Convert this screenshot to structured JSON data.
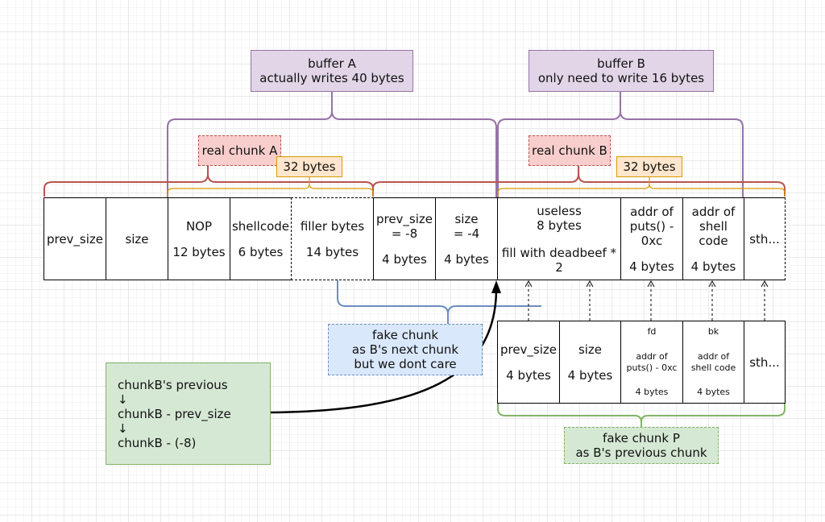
{
  "buffer_a": {
    "title": "buffer A",
    "subtitle": "actually writes 40 bytes"
  },
  "buffer_b": {
    "title": "buffer B",
    "subtitle": "only need to write 16 bytes"
  },
  "real_chunk_a": "real chunk A",
  "real_chunk_b": "real chunk B",
  "bytes_label_a": "32 bytes",
  "bytes_label_b": "32 bytes",
  "main_row": {
    "prev_size": "prev_size",
    "size": "size",
    "nop": {
      "name": "NOP",
      "bytes": "12 bytes"
    },
    "shellcode": {
      "name": "shellcode",
      "bytes": "6 bytes"
    },
    "filler": {
      "name": "filler bytes",
      "bytes": "14 bytes"
    },
    "b_prev_size": {
      "name": "prev_size\n= -8",
      "bytes": "4 bytes"
    },
    "b_size": {
      "name": "size\n= -4",
      "bytes": "4 bytes"
    },
    "useless": {
      "name": "useless\n8 bytes",
      "note": "fill with deadbeef *\n2"
    },
    "addr_puts": {
      "name": "addr of\nputs() -\n0xc",
      "bytes": "4 bytes"
    },
    "addr_shell": {
      "name": "addr of\nshell\ncode",
      "bytes": "4 bytes"
    },
    "sth": "sth..."
  },
  "fake_row": {
    "prev_size": {
      "name": "prev_size",
      "bytes": "4 bytes"
    },
    "size": {
      "name": "size",
      "bytes": "4 bytes"
    },
    "fd": {
      "name": "fd",
      "desc": "addr of\nputs() - 0xc",
      "bytes": "4 bytes"
    },
    "bk": {
      "name": "bk",
      "desc": "addr of\nshell code",
      "bytes": "4 bytes"
    },
    "sth": "sth..."
  },
  "fake_chunk_next": "fake chunk\nas B's next chunk\nbut we dont care",
  "fake_chunk_p": "fake chunk P\nas B's previous chunk",
  "note_box": "chunkB's previous\n↓\nchunkB - prev_size\n↓\nchunkB - (-8)",
  "colors": {
    "purple": "#9673a6",
    "red": "#b85450",
    "orange": "#d79b00",
    "blue": "#6c8ebf",
    "green": "#82b366"
  }
}
